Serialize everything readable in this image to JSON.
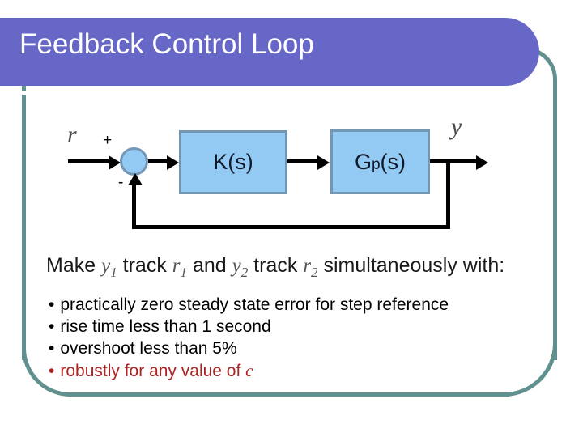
{
  "slide": {
    "title": "Feedback Control Loop",
    "background_color": "#ffffff",
    "title_bar_color": "#6767C8",
    "title_text_color": "#ffffff",
    "frame_color": "#61918F"
  },
  "diagram": {
    "input_signal_label": "r",
    "output_signal_label": "y",
    "sum_plus_label": "+",
    "sum_minus_label": "-",
    "blocks": [
      {
        "id": "controller",
        "label": "K(s)",
        "fill": "#93CAF3",
        "border": "#7496B5"
      },
      {
        "id": "plant",
        "label_main": "G",
        "label_sub": "p",
        "label_tail": "(s)",
        "fill": "#93CAF3",
        "border": "#7496B5"
      }
    ]
  },
  "objective": {
    "prefix": "Make ",
    "var1": "y",
    "var1_sub": "1",
    "mid1": " track ",
    "var2": "r",
    "var2_sub": "1",
    "mid2": " and ",
    "var3": "y",
    "var3_sub": "2",
    "mid3": " track ",
    "var4": "r",
    "var4_sub": "2",
    "suffix": " simultaneously with:"
  },
  "requirements": {
    "bullet_glyph": "•",
    "items": [
      {
        "text": "practically zero steady state error for step reference",
        "color": "#000000"
      },
      {
        "text": "rise time less than 1 second",
        "color": "#000000"
      },
      {
        "text": "overshoot less than 5%",
        "color": "#000000"
      },
      {
        "text_lead": "robustly for any value of ",
        "text_italic": "c",
        "color": "#AF2222"
      }
    ]
  }
}
